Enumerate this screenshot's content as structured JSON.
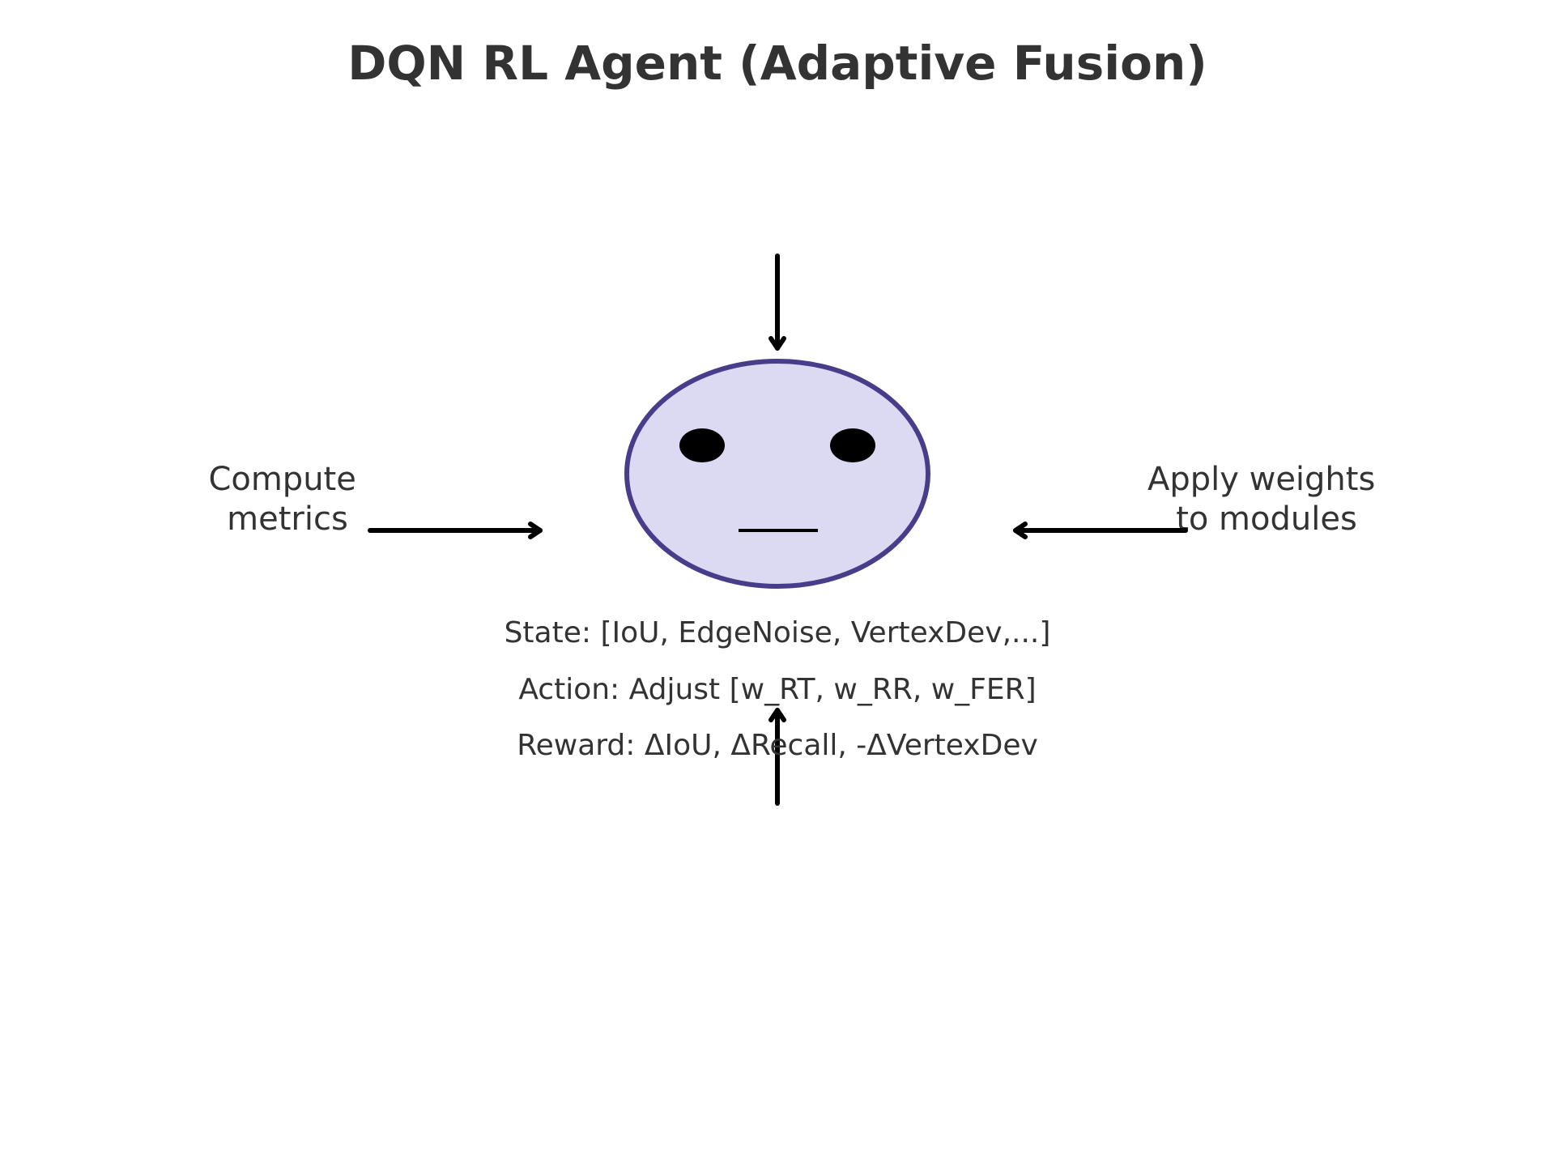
{
  "title": "DQN RL Agent (Adaptive Fusion)",
  "left_label": [
    "Compute",
    "metrics"
  ],
  "right_label": [
    "Apply weights",
    "to modules"
  ],
  "info_lines": [
    "State: [IoU, EdgeNoise, VertexDev,...]",
    "Action: Adjust [w_RT, w_RR, w_FER]",
    "Reward: ΔIoU, ΔRecall, -ΔVertexDev"
  ],
  "colors": {
    "agent_fill": "#dcdaf3",
    "agent_stroke": "#483d8b",
    "text": "#333333",
    "arrow": "#000000"
  },
  "icons": {
    "agent": "agent-face-icon"
  }
}
